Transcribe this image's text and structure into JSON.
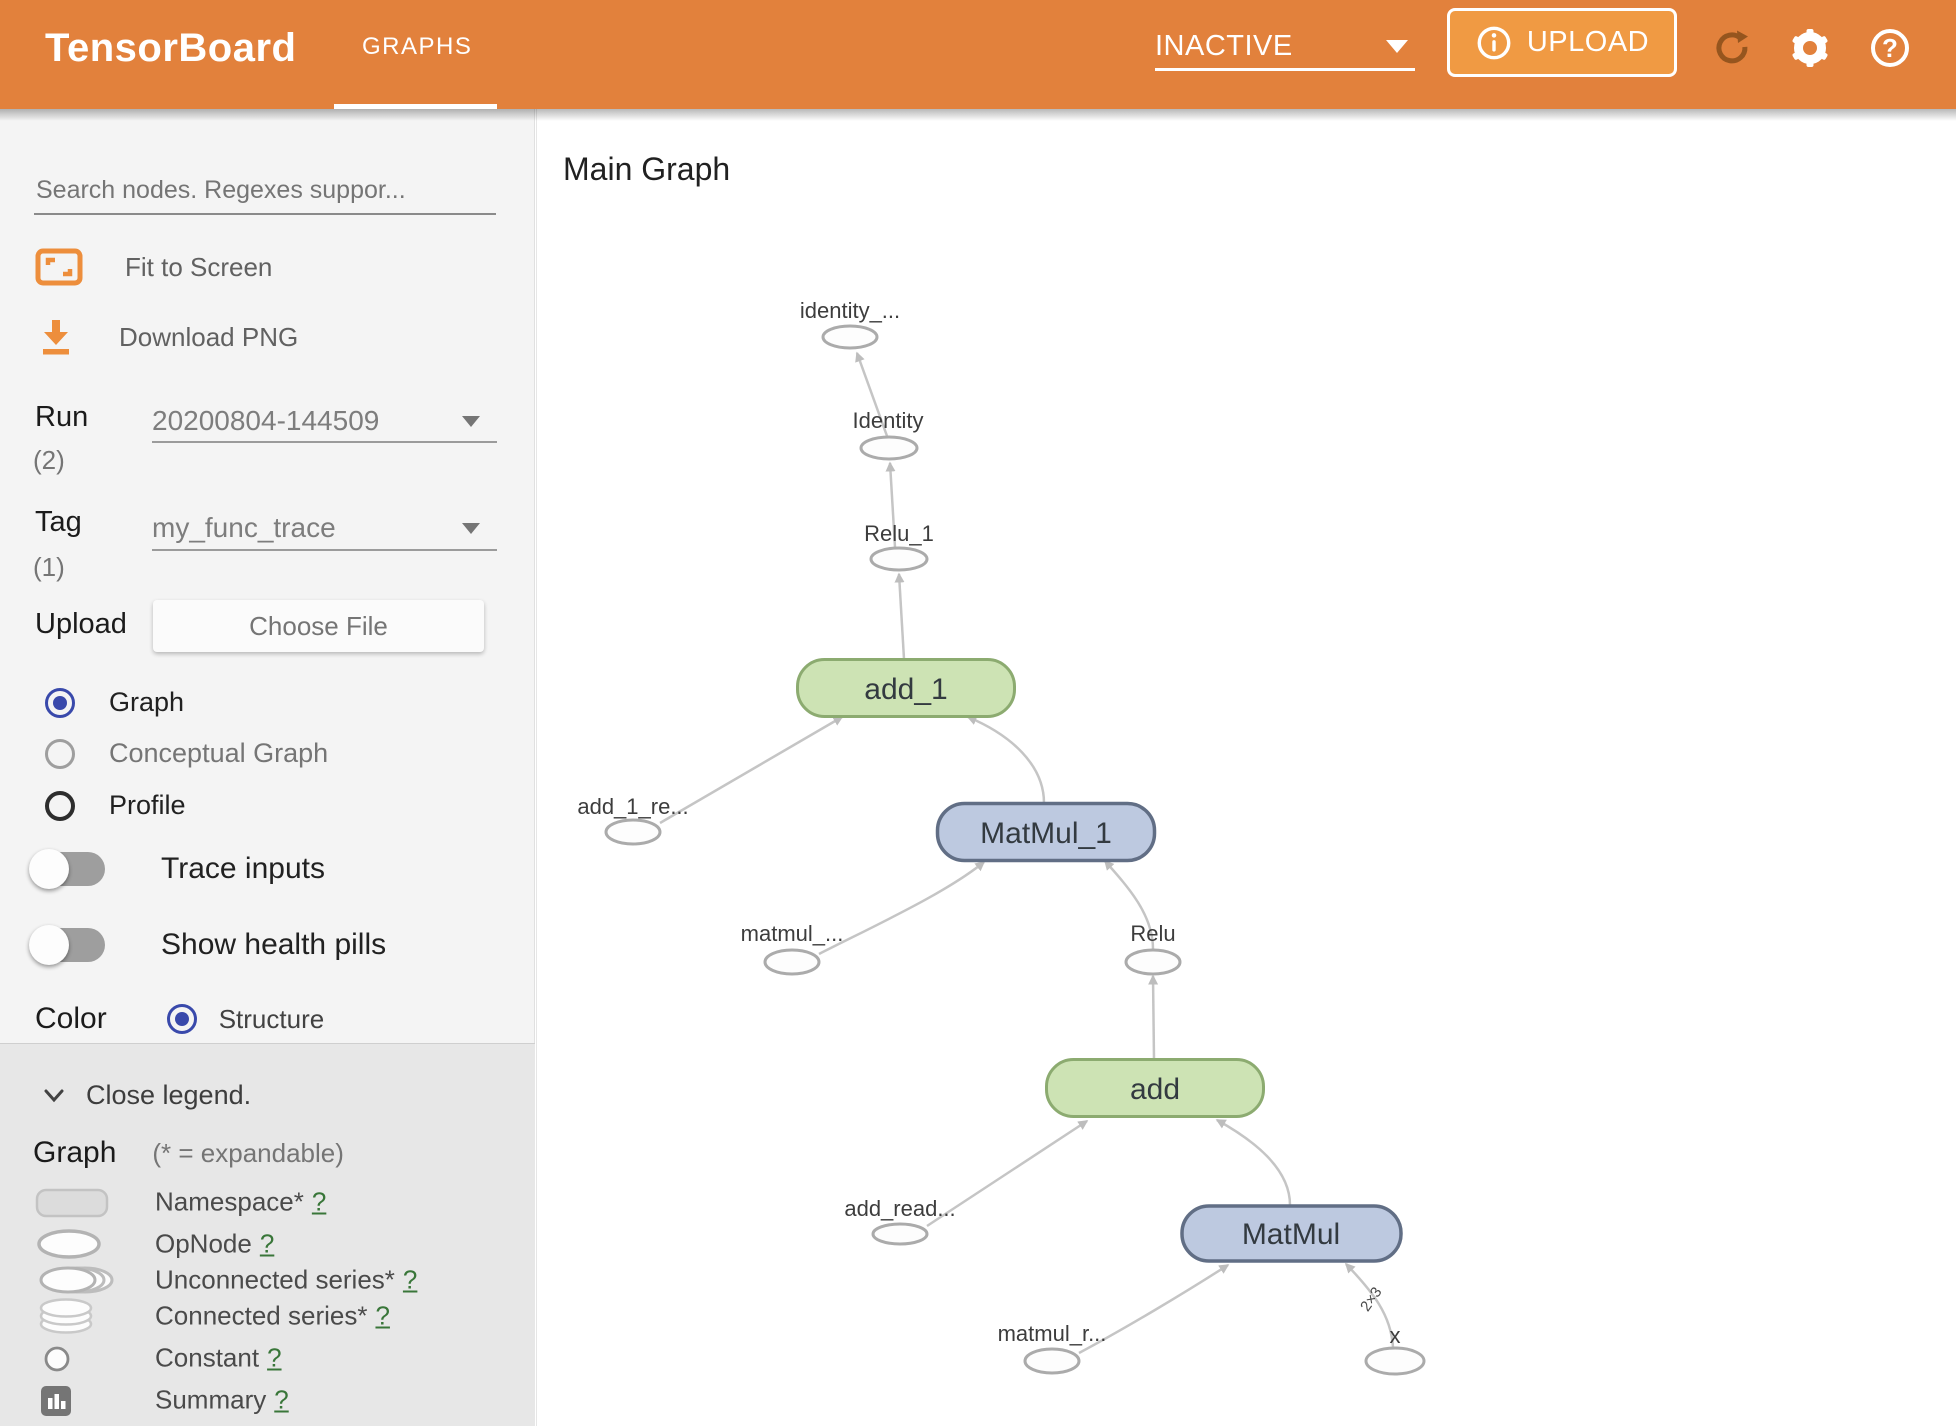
{
  "colors": {
    "header_bg": "#e2813c",
    "upload_button_bg": "#f09a43",
    "accent_orange": "#ed8e3c",
    "radio_selected": "#3949ab",
    "help_link_green": "#397639",
    "function_node_fill": "#cde3b4",
    "op_node_fill": "#bdc9e0"
  },
  "header": {
    "app_title": "TensorBoard",
    "tab_graphs": "GRAPHS",
    "status_dropdown": "INACTIVE",
    "upload_button": "UPLOAD"
  },
  "sidebar": {
    "search_placeholder": "Search nodes. Regexes suppor...",
    "fit_to_screen": "Fit to Screen",
    "download_png": "Download PNG",
    "run": {
      "label": "Run",
      "count": "(2)",
      "value": "20200804-144509"
    },
    "tag": {
      "label": "Tag",
      "count": "(1)",
      "value": "my_func_trace"
    },
    "upload": {
      "label": "Upload",
      "button": "Choose File"
    },
    "graph_type": {
      "selected": "Graph",
      "options": [
        {
          "label": "Graph"
        },
        {
          "label": "Conceptual Graph"
        },
        {
          "label": "Profile"
        }
      ]
    },
    "toggles": [
      {
        "label": "Trace inputs",
        "state": "off"
      },
      {
        "label": "Show health pills",
        "state": "off"
      }
    ],
    "color_by": {
      "label": "Color",
      "option": "Structure"
    },
    "legend": {
      "close_label": "Close legend.",
      "heading": "Graph",
      "note": "(* = expandable)",
      "items": [
        {
          "label": "Namespace*",
          "help": "?"
        },
        {
          "label": "OpNode",
          "help": "?"
        },
        {
          "label": "Unconnected series*",
          "help": "?"
        },
        {
          "label": "Connected series*",
          "help": "?"
        },
        {
          "label": "Constant",
          "help": "?"
        },
        {
          "label": "Summary",
          "help": "?"
        }
      ]
    }
  },
  "main": {
    "title": "Main Graph",
    "graph": {
      "ellipse_nodes": [
        {
          "label": "identity_..."
        },
        {
          "label": "Identity"
        },
        {
          "label": "Relu_1"
        },
        {
          "label": "add_1_re..."
        },
        {
          "label": "matmul_..."
        },
        {
          "label": "Relu"
        },
        {
          "label": "add_read..."
        },
        {
          "label": "matmul_r..."
        },
        {
          "label": "x"
        }
      ],
      "box_nodes": [
        {
          "label": "add_1"
        },
        {
          "label": "MatMul_1"
        },
        {
          "label": "add"
        },
        {
          "label": "MatMul"
        }
      ],
      "edge_shape_label": "2×3"
    }
  }
}
